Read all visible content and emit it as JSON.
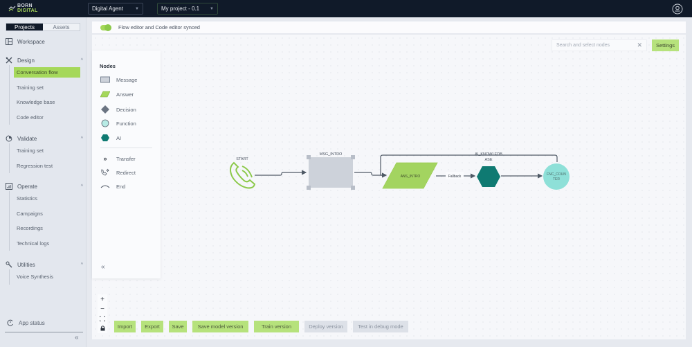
{
  "header": {
    "logo_line1": "BORN",
    "logo_line2": "DIGITAL",
    "agent_select": "Digital Agent",
    "project_select": "My project - 0.1"
  },
  "sidebar": {
    "tabs": [
      {
        "label": "Projects",
        "active": true
      },
      {
        "label": "Assets",
        "active": false
      }
    ],
    "workspace": "Workspace",
    "sections": [
      {
        "label": "Design",
        "icon": "design-tools-icon",
        "items": [
          "Conversation flow",
          "Training set",
          "Knowledge base",
          "Code editor"
        ],
        "active_item": "Conversation flow"
      },
      {
        "label": "Validate",
        "icon": "validate-pie-icon",
        "items": [
          "Training set",
          "Regression test"
        ]
      },
      {
        "label": "Operate",
        "icon": "operate-chart-icon",
        "items": [
          "Statistics",
          "Campaigns",
          "Recordings",
          "Technical logs"
        ]
      },
      {
        "label": "Utilities",
        "icon": "utilities-wrench-icon",
        "items": [
          "Voice Synthesis"
        ]
      }
    ],
    "app_status": "App status"
  },
  "sync": {
    "label": "Flow editor and Code editor synced",
    "enabled": true
  },
  "search": {
    "placeholder": "Search and select nodes"
  },
  "settings_label": "Settings",
  "nodes_panel": {
    "title": "Nodes",
    "node_types": [
      {
        "label": "Message",
        "icon": "message-node-icon"
      },
      {
        "label": "Answer",
        "icon": "answer-node-icon"
      },
      {
        "label": "Decision",
        "icon": "decision-node-icon"
      },
      {
        "label": "Function",
        "icon": "function-node-icon"
      },
      {
        "label": "AI",
        "icon": "ai-node-icon"
      }
    ],
    "actions": [
      {
        "label": "Transfer",
        "icon": "transfer-icon"
      },
      {
        "label": "Redirect",
        "icon": "redirect-icon"
      },
      {
        "label": "End",
        "icon": "end-call-icon"
      }
    ]
  },
  "flow": {
    "nodes": [
      {
        "id": "start",
        "label": "START",
        "type": "start"
      },
      {
        "id": "msg_intro",
        "label": "MSG_INTRO",
        "type": "message",
        "selected": true
      },
      {
        "id": "ans_intro",
        "label": "ANS_INTRO",
        "type": "answer"
      },
      {
        "id": "ai_knowledgebase",
        "label_line1": "AI_KNOWLEDB",
        "label_line2": "ASE",
        "type": "ai"
      },
      {
        "id": "fnc_counter",
        "label_line1": "FNC_COUN",
        "label_line2": "TER",
        "type": "function"
      }
    ],
    "edges": [
      {
        "from": "start",
        "to": "msg_intro",
        "label": ""
      },
      {
        "from": "msg_intro",
        "to": "ans_intro",
        "label": ""
      },
      {
        "from": "ans_intro",
        "to": "ai_knowledgebase",
        "label": "Fallback"
      },
      {
        "from": "ai_knowledgebase",
        "to": "fnc_counter",
        "label": ""
      },
      {
        "from": "fnc_counter",
        "to": "ans_intro",
        "label": ""
      }
    ]
  },
  "toolbar": {
    "buttons": [
      {
        "label": "Import",
        "enabled": true
      },
      {
        "label": "Export",
        "enabled": true
      },
      {
        "label": "Save",
        "enabled": true
      },
      {
        "label": "Save model version",
        "enabled": true
      },
      {
        "label": "Train version",
        "enabled": true
      },
      {
        "label": "Deploy version",
        "enabled": false
      },
      {
        "label": "Test in debug mode",
        "enabled": false
      }
    ]
  },
  "zoom_controls": {
    "zoom_in": "+",
    "zoom_out": "−"
  },
  "colors": {
    "accent_green": "#a5d85a",
    "topbar": "#101a29",
    "ai_node": "#0f7a72",
    "function_node": "#8ee0d8",
    "message_node": "#cdd2da"
  }
}
